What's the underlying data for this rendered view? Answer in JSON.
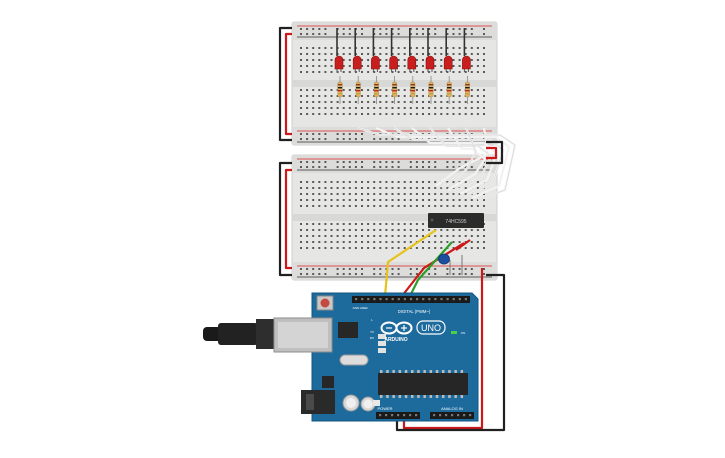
{
  "chip": {
    "label": "74HC595"
  },
  "arduino": {
    "brand": "ARDUINO",
    "model": "UNO",
    "digital_label": "DIGITAL (PWM~)",
    "power_label": "POWER",
    "analog_label": "ANALOG IN",
    "aref_label": "AREF",
    "gnd_label": "GND",
    "tx_label": "TX",
    "rx_label": "RX",
    "l_label": "L",
    "on_label": "ON"
  },
  "breadboard_top": {
    "led_count": 8,
    "resistor_count": 8
  },
  "colors": {
    "board": "#1d6a9c",
    "breadboard": "#e8e8e6",
    "led": "#c81e1e",
    "wire_black": "#202020",
    "wire_red": "#cc1818",
    "wire_yellow": "#e6c21a",
    "wire_green": "#2aa02a",
    "wire_white": "#f2f2f2",
    "capacitor": "#1c4fa0"
  }
}
